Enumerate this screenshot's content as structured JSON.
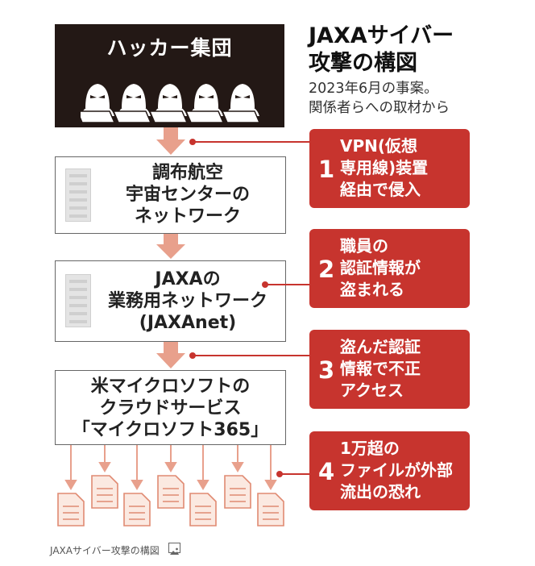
{
  "title": {
    "main": [
      "JAXAサイバー",
      "攻撃の構図"
    ],
    "sub": [
      "2023年6月の事案。",
      "関係者らへの取材から"
    ]
  },
  "hacker_group": {
    "label": "ハッカー集団"
  },
  "networks": [
    {
      "label": "調布航空\n宇宙センターの\nネットワーク"
    },
    {
      "label": "JAXAの\n業務用ネットワーク\n(JAXAnet)"
    },
    {
      "label": "米マイクロソフトの\nクラウドサービス\n「マイクロソフト365」"
    }
  ],
  "steps": [
    {
      "num": "1",
      "text": "VPN(仮想\n専用線)装置\n経由で侵入"
    },
    {
      "num": "2",
      "text": "職員の\n認証情報が\n盗まれる"
    },
    {
      "num": "3",
      "text": "盗んだ認証\n情報で不正\nアクセス"
    },
    {
      "num": "4",
      "text": "1万超の\nファイルが外部\n流出の恐れ"
    }
  ],
  "caption": "JAXAサイバー攻撃の構図",
  "colors": {
    "accent": "#c7342e",
    "arrow": "#e8a08c",
    "dark": "#231815",
    "paper_fill": "#fbe9e1"
  },
  "icons": [
    "hacker-figure-icon",
    "laptop-icon",
    "server-rack-icon",
    "document-icon",
    "image-icon"
  ]
}
